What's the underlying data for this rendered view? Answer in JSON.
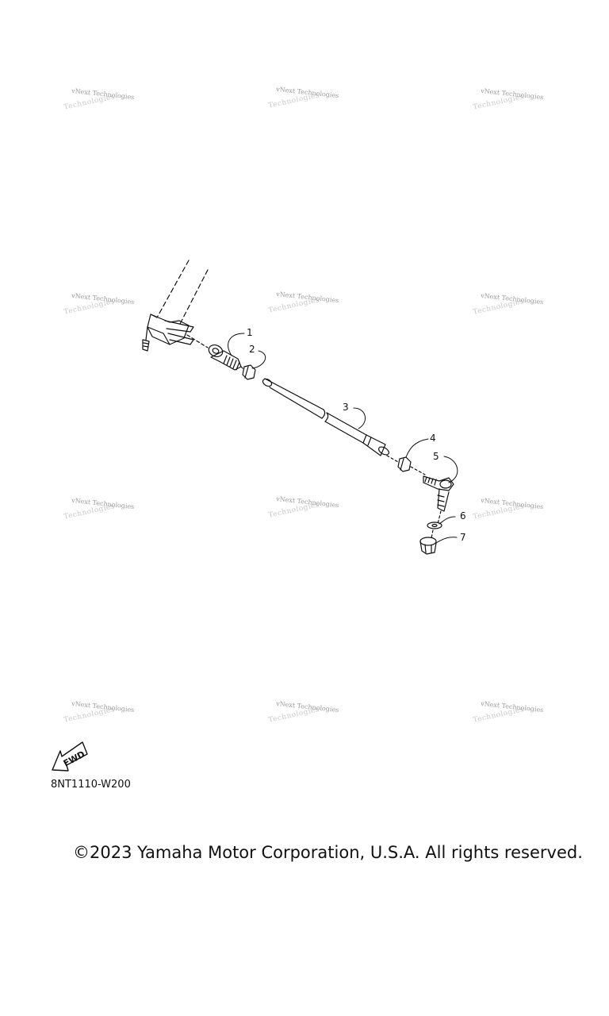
{
  "watermark": {
    "line1": "vNext Technologies",
    "line2": "Technologies"
  },
  "callouts": [
    "1",
    "2",
    "3",
    "4",
    "5",
    "6",
    "7"
  ],
  "fwd_label": "FWD",
  "part_code": "8NT1110-W200",
  "copyright": "©2023 Yamaha Motor Corporation, U.S.A. All rights reserved."
}
